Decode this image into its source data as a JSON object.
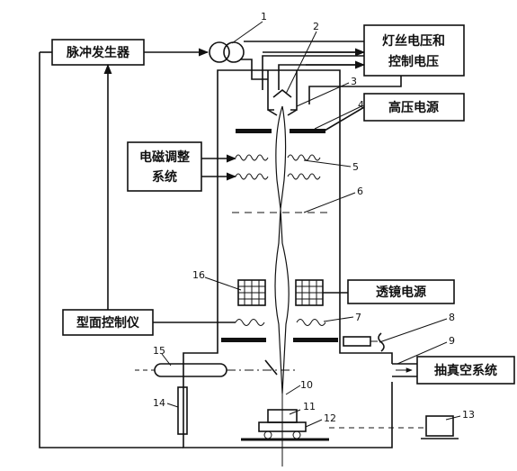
{
  "boxes": {
    "pulse_generator": "脉冲发生器",
    "filament_voltage_line1": "灯丝电压和",
    "filament_voltage_line2": "控制电压",
    "high_voltage_supply": "高压电源",
    "em_adjust_line1": "电磁调整",
    "em_adjust_line2": "系统",
    "lens_supply": "透镜电源",
    "profile_controller": "型面控制仪",
    "vacuum_system": "抽真空系统"
  },
  "callouts": [
    "1",
    "2",
    "3",
    "4",
    "5",
    "6",
    "7",
    "8",
    "9",
    "10",
    "11",
    "12",
    "13",
    "14",
    "15",
    "16"
  ]
}
